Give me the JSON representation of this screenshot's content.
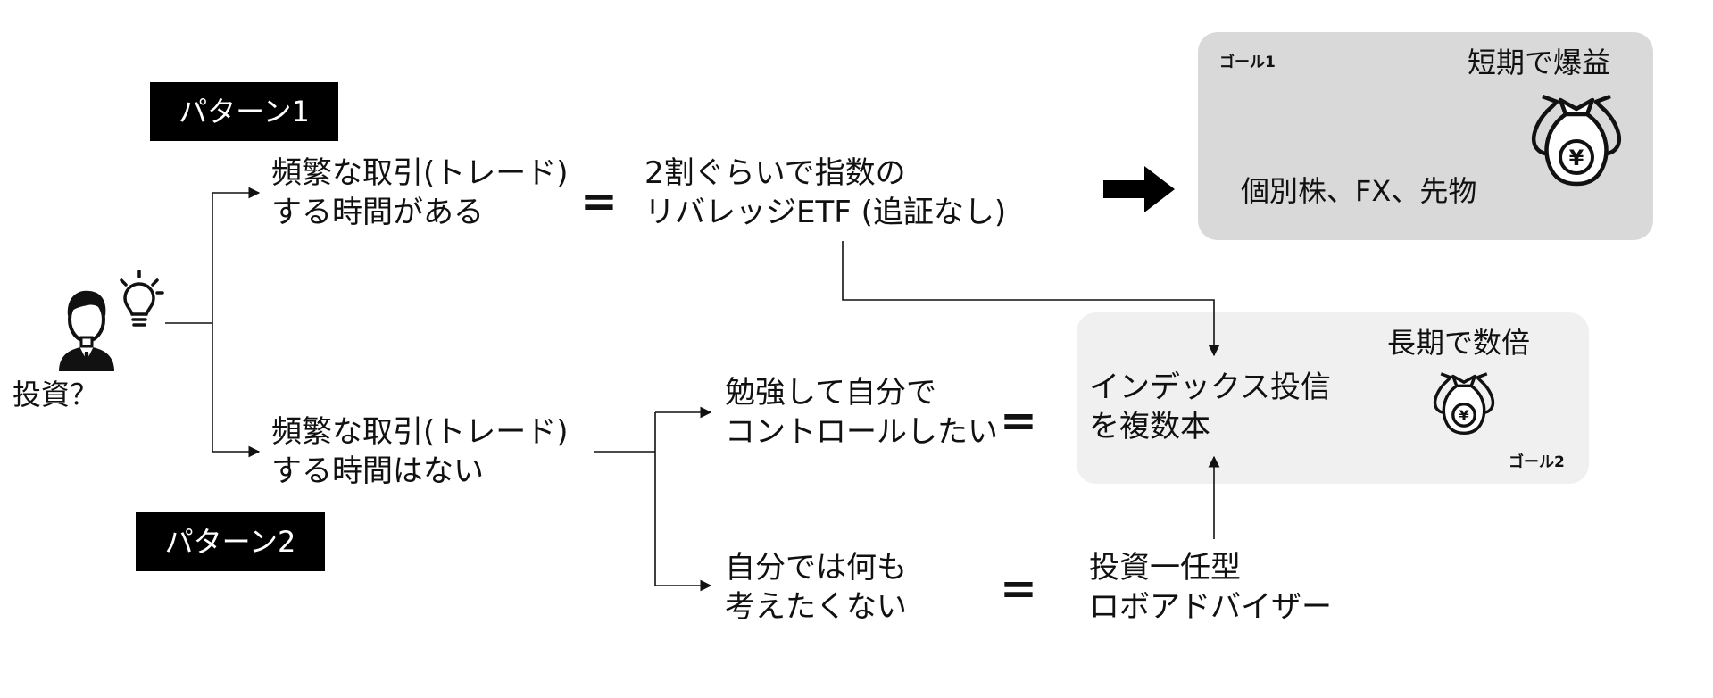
{
  "user": {
    "label": "投資？"
  },
  "pattern1": {
    "label": "パターン1",
    "condition": [
      "頻繁な取引(トレード)",
      "する時間がある"
    ],
    "product": [
      "2割ぐらいで指数の",
      "リバレッジETF (追証なし)"
    ]
  },
  "pattern2": {
    "label": "パターン2",
    "condition": [
      "頻繁な取引(トレード)",
      "する時間はない"
    ],
    "option_a": [
      "勉強して自分で",
      "コントロールしたい"
    ],
    "option_b": [
      "自分では何も",
      "考えたくない"
    ],
    "result_b": [
      "投資一任型",
      "ロボアドバイザー"
    ]
  },
  "equals": "=",
  "goal1": {
    "tag": "ゴール1",
    "title": "短期で爆益",
    "items": "個別株、FX、先物"
  },
  "goal2": {
    "tag": "ゴール2",
    "title": "長期で数倍",
    "items": [
      "インデックス投信",
      "を複数本"
    ]
  },
  "icons": {
    "person": "person-icon",
    "idea": "lightbulb-icon",
    "arrow": "right-arrow-icon",
    "money_large": "money-bags-yen-icon",
    "money_small": "money-bags-yen-icon"
  }
}
